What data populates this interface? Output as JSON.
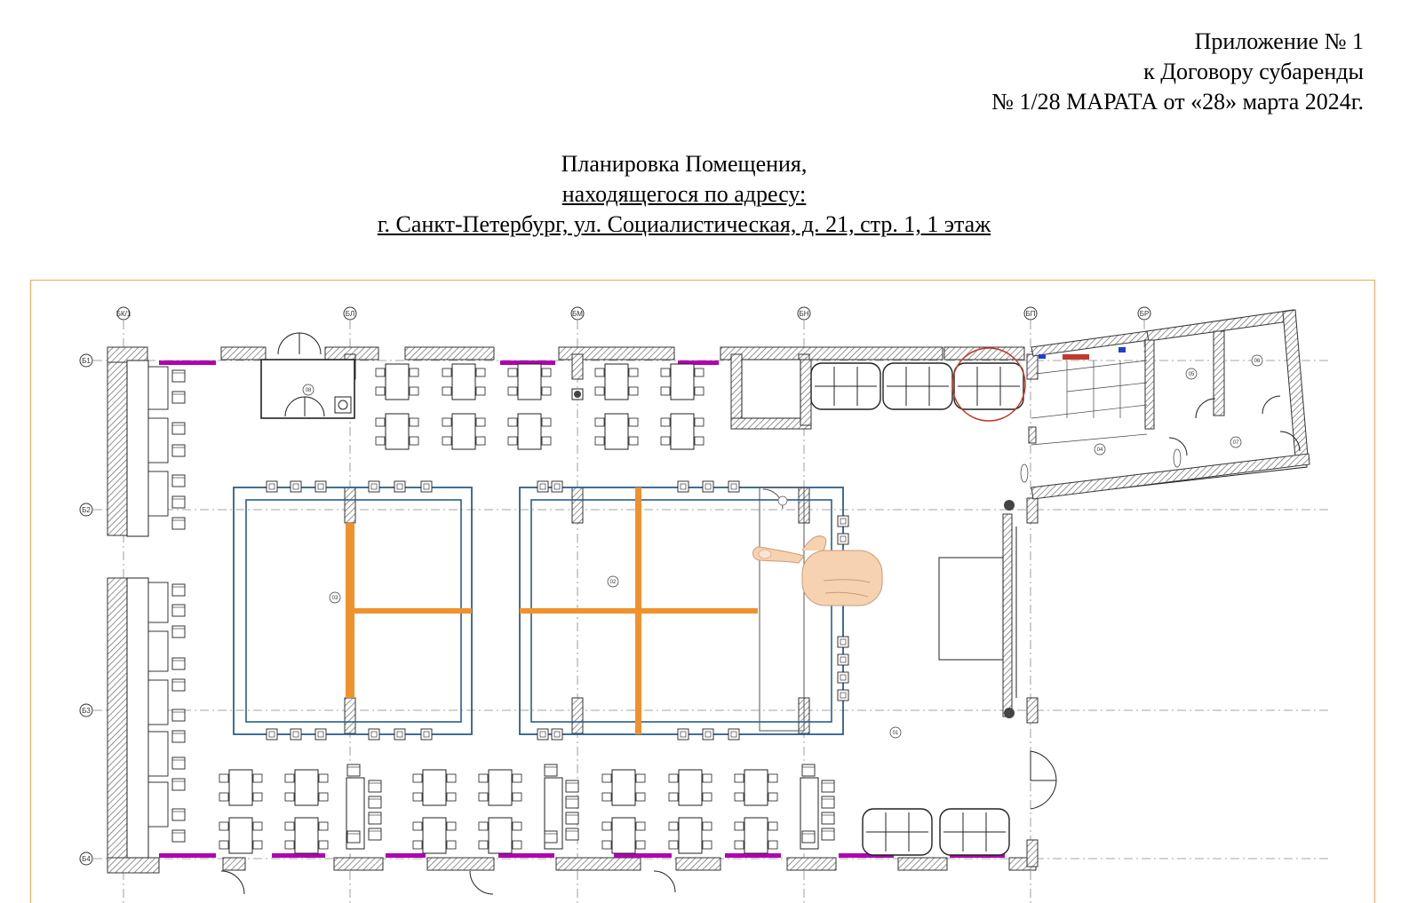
{
  "appendix": {
    "line1": "Приложение № 1",
    "line2": "к Договору субаренды",
    "line3": "№ 1/28 МАРАТА от «28» марта 2024г."
  },
  "title": {
    "line1": "Планировка Помещения,",
    "line2": "находящегося по адресу:",
    "line3": "г. Санкт-Петербург, ул. Социалистическая, д. 21, стр. 1, 1 этаж"
  },
  "plan": {
    "axes_columns": [
      "БК/1",
      "БЛ",
      "БМ",
      "БН",
      "БП",
      "БР"
    ],
    "axes_rows": [
      "Б1",
      "Б2",
      "Б3",
      "Б4"
    ],
    "rooms": {
      "r01": "01",
      "r02": "02",
      "r03": "03",
      "r04": "04",
      "r05": "05",
      "r06": "06",
      "r07": "07",
      "r08": "08"
    },
    "colors": {
      "wall": "#777777",
      "window": "#b000b0",
      "zone": "#2a5e8c",
      "highlight": "#f0922b",
      "frame": "#f2a65a",
      "marker": "#c0392b"
    },
    "pointer_icon": "pointing-hand-icon"
  }
}
